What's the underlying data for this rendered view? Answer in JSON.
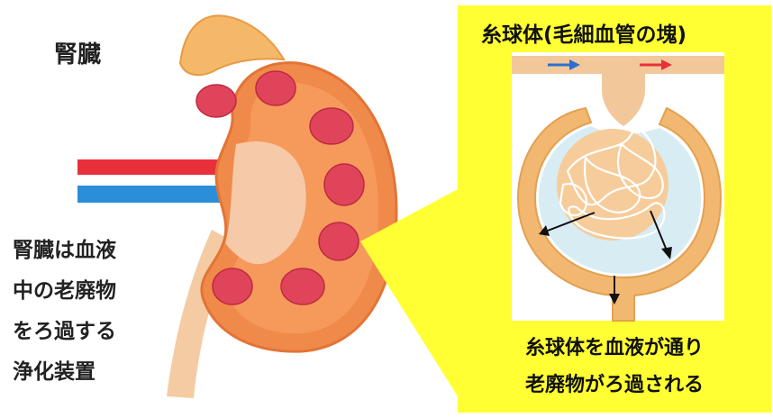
{
  "kidney": {
    "title": "腎臓",
    "description": [
      "腎臓は血液",
      "中の老廃物",
      "をろ過する",
      "浄化装置"
    ]
  },
  "zoom": {
    "title": "糸球体(毛細血管の塊)",
    "caption": [
      "糸球体を血液が通り",
      "老廃物がろ過される"
    ]
  },
  "colors": {
    "artery": "#e8303a",
    "vein": "#2a8fd8",
    "kidney_outer": "#f08a4a",
    "pyramid": "#e0445a",
    "highlight": "#ffff33",
    "capsule": "#f2b872"
  }
}
